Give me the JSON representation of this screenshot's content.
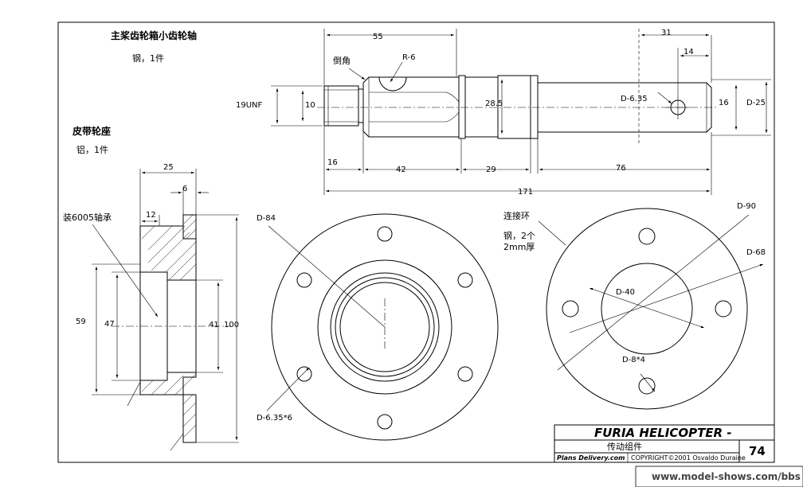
{
  "labels": {
    "gear_shaft_title": "主桨齿轮箱小齿轮轴",
    "gear_shaft_material": "钢，1件",
    "pulley_seat_title": "皮带轮座",
    "pulley_seat_material": "铝，1件",
    "chamfer": "倒角",
    "bearing": "装6005轴承",
    "ring_title": "连接环",
    "ring_material": "钢，2个",
    "ring_thickness": "2mm厚"
  },
  "shaft_dims": {
    "d55": "55",
    "d31": "31",
    "d14": "14",
    "r6": "R-6",
    "unf": "19UNF",
    "d10": "10",
    "d28_5": "28.5",
    "d6_35": "D-6.35",
    "d16_right": "16",
    "d25": "D-25",
    "d16_left": "16",
    "d42": "42",
    "d29": "29",
    "d76": "76",
    "d171": "171"
  },
  "seat_dims": {
    "d25": "25",
    "d6": "6",
    "d12": "12",
    "d59": "59",
    "d47": "47",
    "d41": "41",
    "d100": "100"
  },
  "flange_dims": {
    "d84": "D-84",
    "holes": "D-6.35*6"
  },
  "ring_dims": {
    "d90": "D-90",
    "d68": "D-68",
    "d40": "D-40",
    "holes": "D-8*4"
  },
  "title_block": {
    "name": "FURIA HELICOPTER -",
    "subtitle": "传动组件",
    "page_number": "74",
    "publisher": "Plans Delivery.com",
    "copyright": "COPYRIGHT©2001 Osvaldo Duraine"
  },
  "watermark": "www.model-shows.com/bbs"
}
